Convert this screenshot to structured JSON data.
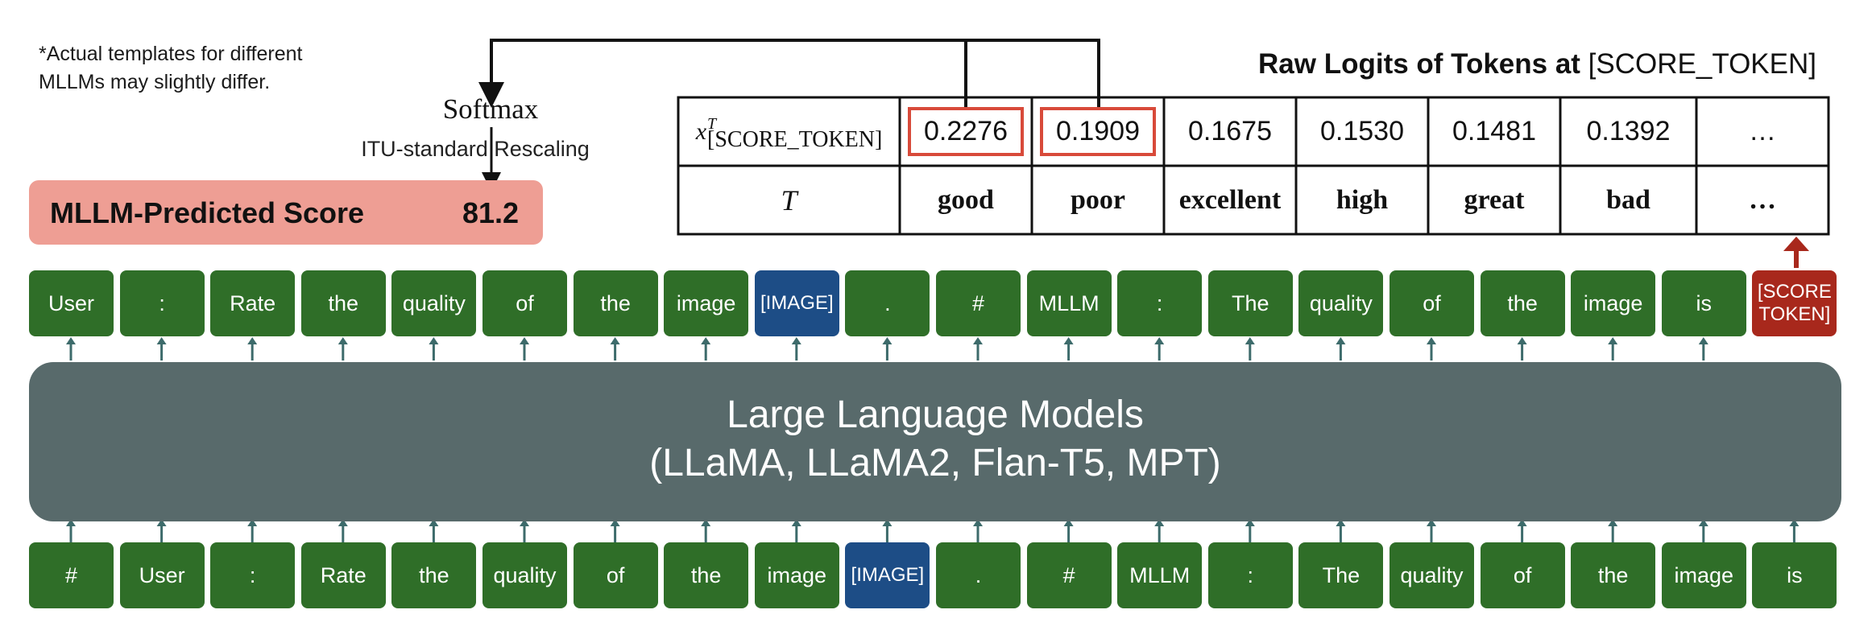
{
  "note": "*Actual templates for different\nMLLMs may slightly differ.",
  "softmax_label": "Softmax",
  "rescaling_label": "ITU-standard Rescaling",
  "score": {
    "label": "MLLM-Predicted Score",
    "value": "81.2"
  },
  "table": {
    "title_bold": "Raw Logits of Tokens at",
    "title_rest": " [SCORE_TOKEN]",
    "row1_label_base": "x",
    "row1_label_sup": "T",
    "row1_label_sub": "[SCORE_TOKEN]",
    "row2_label": "T",
    "logits": [
      "0.2276",
      "0.1909",
      "0.1675",
      "0.1530",
      "0.1481",
      "0.1392",
      "…"
    ],
    "words": [
      "good",
      "poor",
      "excellent",
      "high",
      "great",
      "bad",
      "…"
    ]
  },
  "top_tokens": [
    "User",
    ":",
    "Rate",
    "the",
    "quality",
    "of",
    "the",
    "image",
    "[IMAGE]",
    ".",
    "#",
    "MLLM",
    ":",
    "The",
    "quality",
    "of",
    "the",
    "image",
    "is",
    "[SCORE TOKEN]"
  ],
  "bottom_tokens": [
    "#",
    "User",
    ":",
    "Rate",
    "the",
    "quality",
    "of",
    "the",
    "image",
    "[IMAGE]",
    ".",
    "#",
    "MLLM",
    ":",
    "The",
    "quality",
    "of",
    "the",
    "image",
    "is"
  ],
  "llm": {
    "line1": "Large Language Models",
    "line2": "(LLaMA, LLaMA2, Flan-T5, MPT)"
  },
  "colors": {
    "token_green": "#2f6e28",
    "image_token_blue": "#1d4d86",
    "score_token_red": "#a8281c",
    "llm_gray": "#586a6b",
    "score_box": "#ee9e94",
    "highlight": "#d84a3a"
  }
}
